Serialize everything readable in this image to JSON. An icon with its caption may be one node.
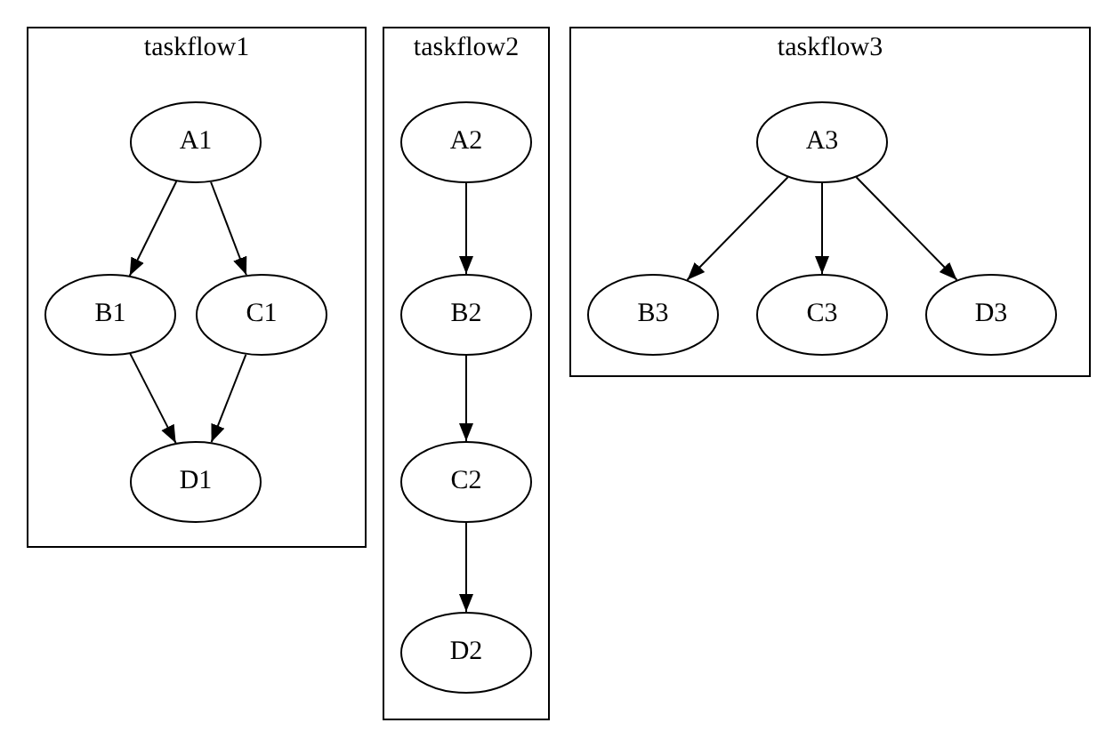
{
  "diagram": {
    "nodes": [
      {
        "text": [
          "taskflow1"
        ]
      },
      {
        "text": [
          "A1"
        ],
        "in": 0
      },
      {
        "text": [
          "B1"
        ],
        "in": 0
      },
      {
        "text": [
          "C1"
        ],
        "in": 0
      },
      {
        "text": [
          "D1"
        ],
        "in": 0
      },
      {
        "text": [
          "taskflow2"
        ]
      },
      {
        "text": [
          "A2"
        ],
        "in": 5
      },
      {
        "text": [
          "B2"
        ],
        "in": 5
      },
      {
        "text": [
          "C2"
        ],
        "in": 5
      },
      {
        "text": [
          "D2"
        ],
        "in": 5
      },
      {
        "text": [
          "taskflow3"
        ]
      },
      {
        "text": [
          "A3"
        ],
        "in": 10
      },
      {
        "text": [
          "B3"
        ],
        "in": 10
      },
      {
        "text": [
          "C3"
        ],
        "in": 10
      },
      {
        "text": [
          "D3"
        ],
        "in": 10
      }
    ],
    "edges": [
      {
        "from": 1,
        "to": 2,
        "arrow": "to"
      },
      {
        "from": 1,
        "to": 3,
        "arrow": "to"
      },
      {
        "from": 2,
        "to": 4,
        "arrow": "to"
      },
      {
        "from": 3,
        "to": 4,
        "arrow": "to"
      },
      {
        "from": 6,
        "to": 7,
        "arrow": "to"
      },
      {
        "from": 7,
        "to": 8,
        "arrow": "to"
      },
      {
        "from": 8,
        "to": 9,
        "arrow": "to"
      },
      {
        "from": 11,
        "to": 12,
        "arrow": "to"
      },
      {
        "from": 11,
        "to": 13,
        "arrow": "to"
      },
      {
        "from": 11,
        "to": 14,
        "arrow": "to"
      }
    ]
  }
}
